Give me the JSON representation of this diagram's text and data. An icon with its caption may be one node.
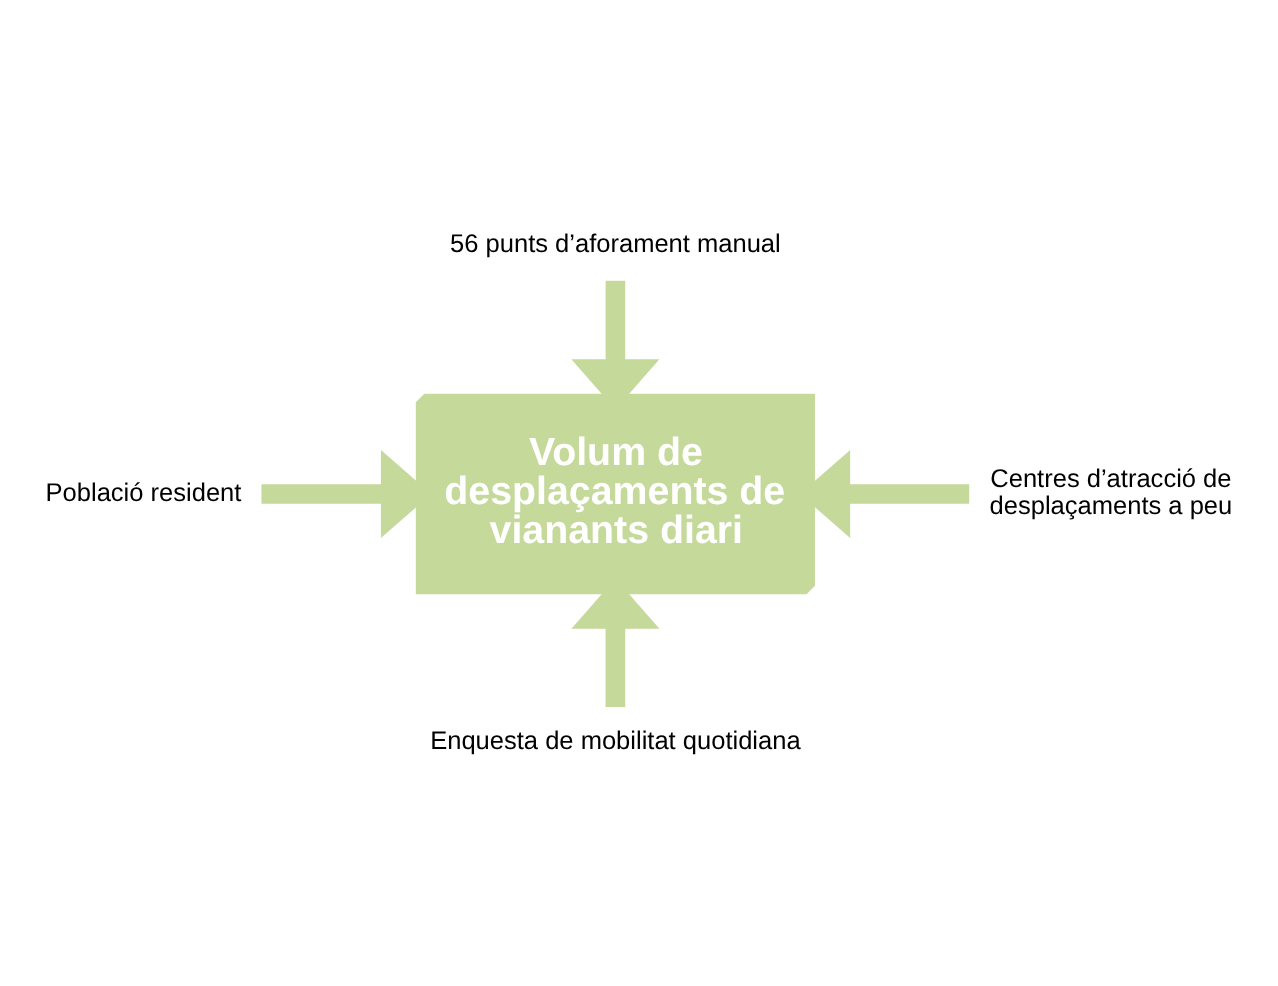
{
  "diagram": {
    "nodes": [
      {
        "text": [
          "Volum de desplaçaments de vianants diari"
        ]
      },
      {
        "text": [
          "56 punts d’aforament manual"
        ]
      },
      {
        "text": [
          "Població resident"
        ]
      },
      {
        "text": [
          "Centres d’atracció de desplaçaments a peu"
        ]
      },
      {
        "text": [
          "Enquesta de mobilitat quotidiana"
        ]
      }
    ],
    "edges": [
      {
        "from": 1,
        "to": 0,
        "arrow": "to"
      },
      {
        "from": 2,
        "to": 0,
        "arrow": "to"
      },
      {
        "from": 3,
        "to": 0,
        "arrow": "to"
      },
      {
        "from": 4,
        "to": 0,
        "arrow": "to"
      }
    ]
  }
}
